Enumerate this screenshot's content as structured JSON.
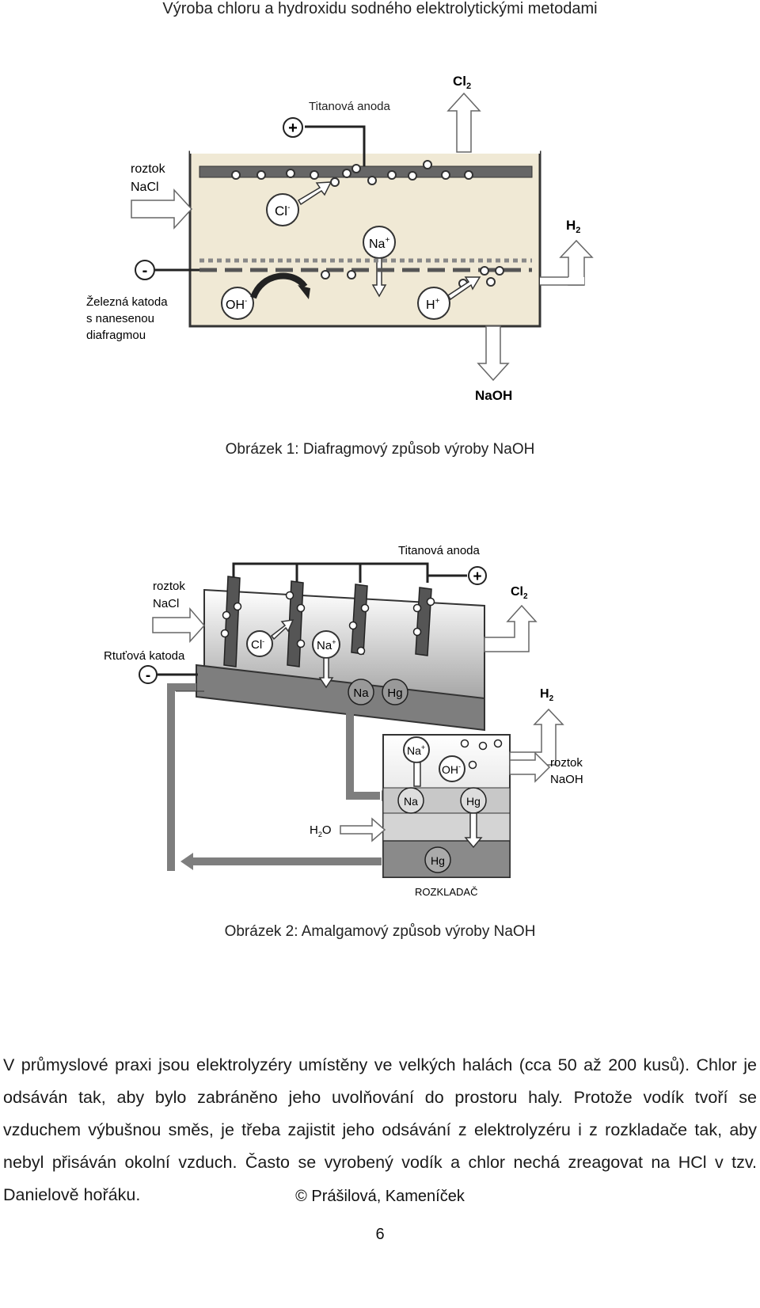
{
  "header": {
    "title": "Výroba chloru a hydroxidu sodného elektrolytickými metodami"
  },
  "figure1": {
    "caption": "Obrázek 1: Diafragmový způsob výroby NaOH",
    "labels": {
      "cl2": "Cl",
      "cl2_sub": "2",
      "anode": "Titanová anoda",
      "plus": "+",
      "nacl_1": "roztok",
      "nacl_2": "NaCl",
      "cl_ion": "Cl",
      "cl_sup": "-",
      "na_ion": "Na",
      "na_sup": "+",
      "h2": "H",
      "h2_sub": "2",
      "minus": "-",
      "cathode_1": "Železná katoda",
      "cathode_2": "s nanesenou",
      "cathode_3": "diafragmou",
      "oh_ion": "OH",
      "oh_sup": "-",
      "h_ion": "H",
      "h_sup": "+",
      "naoh": "NaOH"
    }
  },
  "figure2": {
    "caption": "Obrázek 2: Amalgamový způsob výroby NaOH",
    "labels": {
      "anode": "Titanová anoda",
      "plus": "+",
      "nacl_1": "roztok",
      "nacl_2": "NaCl",
      "cl2": "Cl",
      "cl2_sub": "2",
      "cathode": "Rtuťová katoda",
      "minus": "-",
      "cl_ion": "Cl",
      "cl_sup": "-",
      "na_ion": "Na",
      "na_sup": "+",
      "na": "Na",
      "hg": "Hg",
      "h2": "H",
      "h2_sub": "2",
      "na_ion2": "Na",
      "na_sup2": "+",
      "oh_ion": "OH",
      "oh_sup": "-",
      "naoh_1": "roztok",
      "naoh_2": "NaOH",
      "na2": "Na",
      "hg2": "Hg",
      "h2o_h": "H",
      "h2o_sub": "2",
      "h2o_o": "O",
      "hg3": "Hg",
      "decomposer": "ROZKLADAČ"
    }
  },
  "body": {
    "paragraph": "V průmyslové praxi jsou elektrolyzéry umístěny ve velkých halách (cca 50 až 200 kusů). Chlor je odsáván tak, aby bylo zabráněno jeho uvolňování do prostoru haly. Protože vodík tvoří se vzduchem výbušnou směs, je třeba zajistit jeho odsávání z elektrolyzéru i z rozkladače tak, aby nebyl přisáván okolní vzduch.  Často se vyrobený vodík a chlor nechá zreagovat na HCl v tzv. Danielově hořáku."
  },
  "footer": {
    "copyright": "© Prášilová, Kameníček",
    "page_number": "6"
  }
}
